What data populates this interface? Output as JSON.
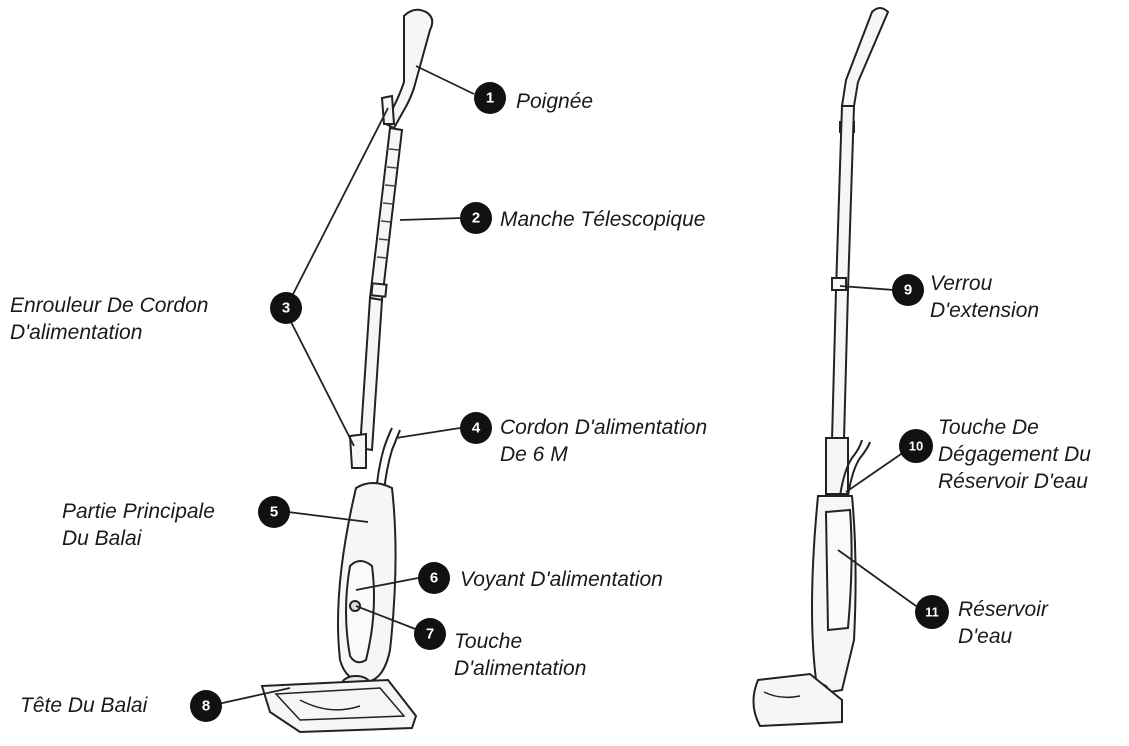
{
  "callouts": [
    {
      "number": "1",
      "lines": [
        "Poignée"
      ]
    },
    {
      "number": "2",
      "lines": [
        "Manche Télescopique"
      ]
    },
    {
      "number": "3",
      "lines": [
        "Enrouleur De Cordon",
        "D'alimentation"
      ]
    },
    {
      "number": "4",
      "lines": [
        "Cordon D'alimentation",
        "De 6 M"
      ]
    },
    {
      "number": "5",
      "lines": [
        "Partie Principale",
        "Du Balai"
      ]
    },
    {
      "number": "6",
      "lines": [
        "Voyant D'alimentation"
      ]
    },
    {
      "number": "7",
      "lines": [
        "Touche",
        "D'alimentation"
      ]
    },
    {
      "number": "8",
      "lines": [
        "Tête Du Balai"
      ]
    },
    {
      "number": "9",
      "lines": [
        "Verrou",
        "D'extension"
      ]
    },
    {
      "number": "10",
      "lines": [
        "Touche De",
        "Dégagement Du",
        "Réservoir D'eau"
      ]
    },
    {
      "number": "11",
      "lines": [
        "Réservoir",
        "D'eau"
      ]
    }
  ],
  "colors": {
    "badge": "#111111",
    "stroke": "#222222",
    "body_fill": "#f4f4f4"
  }
}
